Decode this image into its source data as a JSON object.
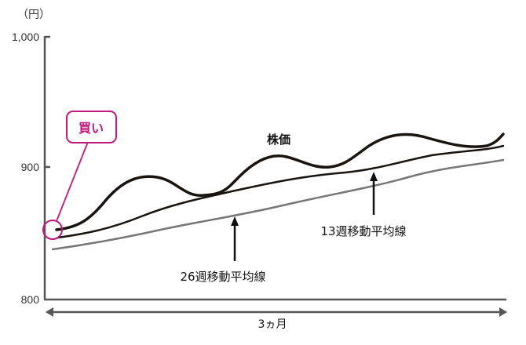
{
  "chart_data": {
    "type": "line",
    "title": "",
    "xlabel": "3ヵ月",
    "ylabel": "（円）",
    "ylim": [
      800,
      1000
    ],
    "yticks": [
      "1,000",
      "900",
      "800"
    ],
    "grid": false,
    "legend": "inline annotations",
    "x": [
      0,
      1,
      2,
      3,
      4,
      5,
      6,
      7,
      8,
      9,
      10,
      11,
      12,
      13
    ],
    "series": [
      {
        "name": "株価",
        "color": "#1a1410",
        "values": [
          852,
          858,
          883,
          893,
          880,
          882,
          903,
          908,
          900,
          905,
          920,
          921,
          915,
          924
        ]
      },
      {
        "name": "13週移動平均線",
        "color": "#1a1410",
        "values": [
          846,
          850,
          858,
          866,
          874,
          880,
          886,
          892,
          894,
          898,
          905,
          909,
          912,
          917
        ]
      },
      {
        "name": "26週移動平均線",
        "color": "#777777",
        "values": [
          838,
          842,
          846,
          852,
          858,
          862,
          868,
          874,
          880,
          886,
          893,
          899,
          902,
          906
        ]
      }
    ],
    "annotations": [
      {
        "text": "買い",
        "color": "#c0187c",
        "target": "start of 株価 line"
      },
      {
        "text": "株価",
        "target": "price line"
      },
      {
        "text": "13週移動平均線",
        "target": "13-week MA"
      },
      {
        "text": "26週移動平均線",
        "target": "26-week MA"
      }
    ]
  },
  "labels": {
    "unit": "（円）",
    "y_1000": "1,000",
    "y_900": "900",
    "y_800": "800",
    "buy": "買い",
    "price": "株価",
    "ma13": "13週移動平均線",
    "ma26": "26週移動平均線",
    "period": "3ヵ月"
  },
  "colors": {
    "axis": "#555555",
    "price_line": "#1a1410",
    "ma13_line": "#1a1410",
    "ma26_line": "#777777",
    "accent": "#c0187c"
  }
}
